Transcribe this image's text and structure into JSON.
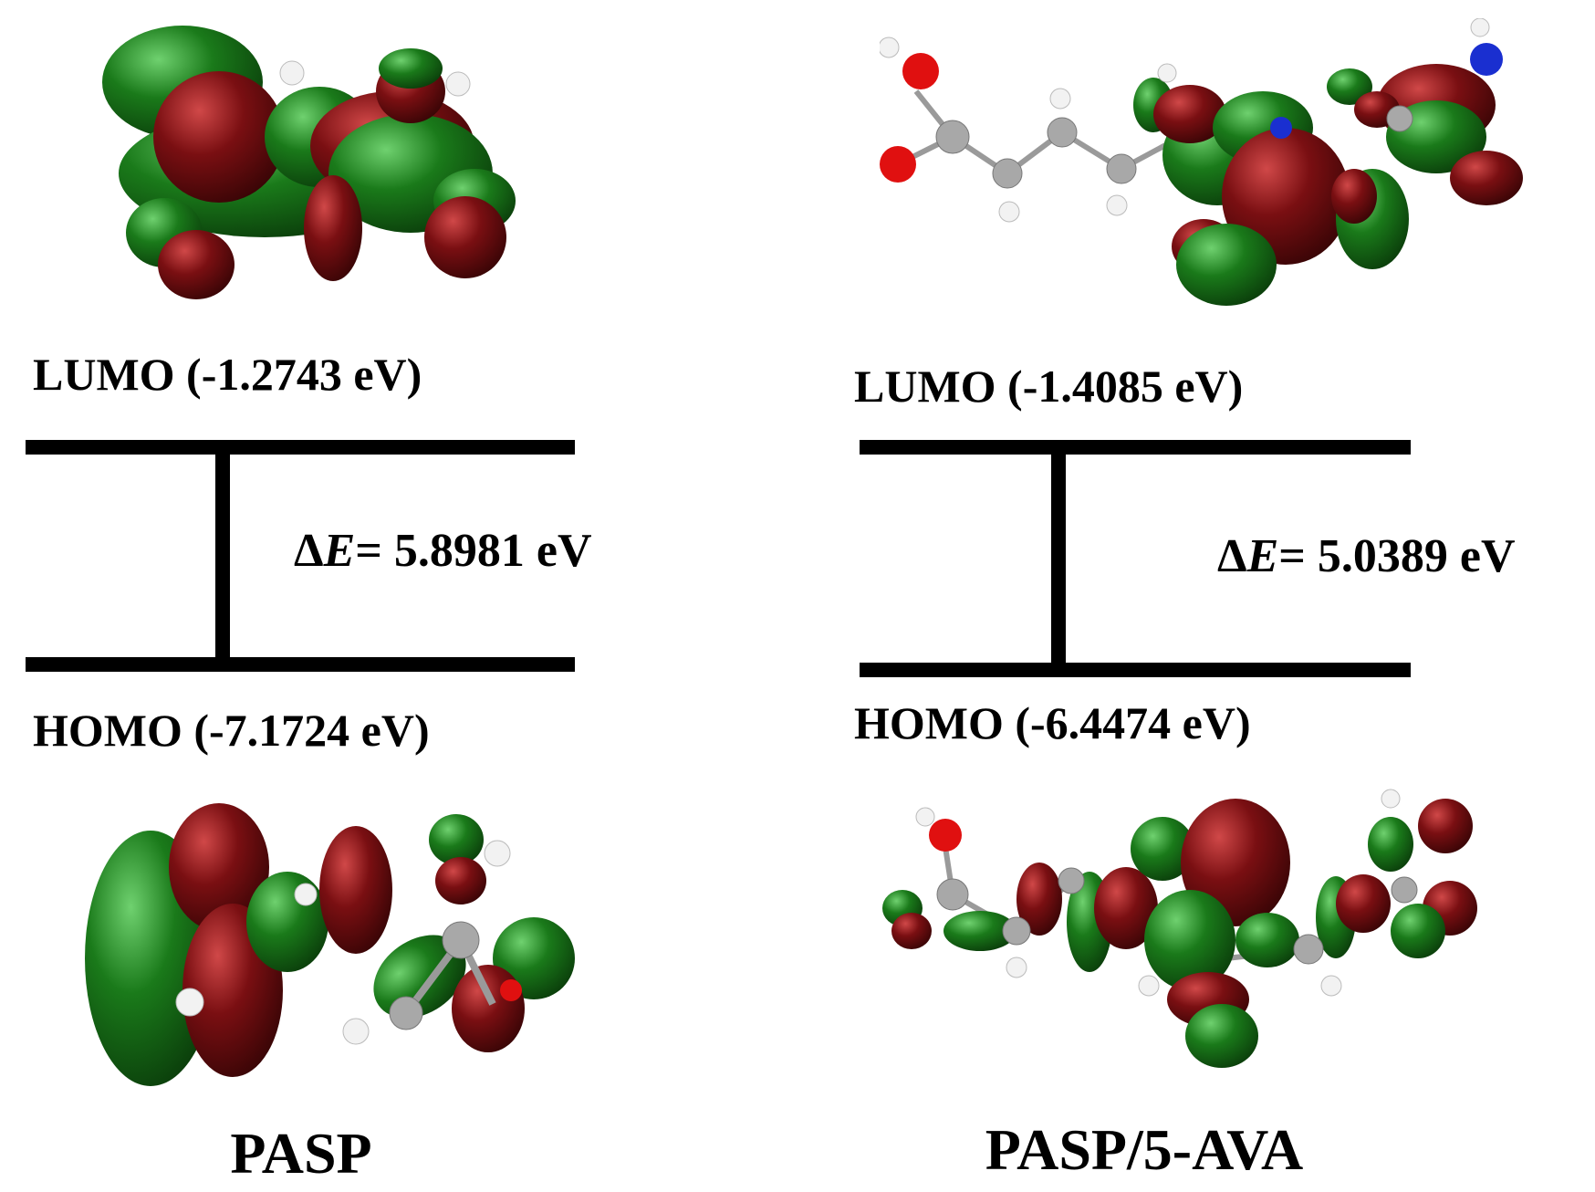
{
  "panels": [
    {
      "name": "PASP",
      "lumo": {
        "label": "LUMO (-1.2743 eV)",
        "energy_ev": -1.2743
      },
      "homo": {
        "label": "HOMO (-7.1724 eV)",
        "energy_ev": -7.1724
      },
      "gap": {
        "delta_symbol": "Δ",
        "variable": "E",
        "value_text": "= 5.8981 eV",
        "energy_ev": 5.8981
      }
    },
    {
      "name": "PASP/5-AVA",
      "lumo": {
        "label": "LUMO (-1.4085 eV)",
        "energy_ev": -1.4085
      },
      "homo": {
        "label": "HOMO (-6.4474 eV)",
        "energy_ev": -6.4474
      },
      "gap": {
        "delta_symbol": "Δ",
        "variable": "E",
        "value_text": "= 5.0389 eV",
        "energy_ev": 5.0389
      }
    }
  ],
  "colors": {
    "lobe_positive": "#1a7a1a",
    "lobe_negative": "#7a0f12",
    "atom_carbon": "#a8a8a8",
    "atom_hydrogen": "#f2f2f2",
    "atom_oxygen": "#e01010",
    "atom_nitrogen": "#1a2fd0",
    "bond": "#9a9a9a"
  }
}
